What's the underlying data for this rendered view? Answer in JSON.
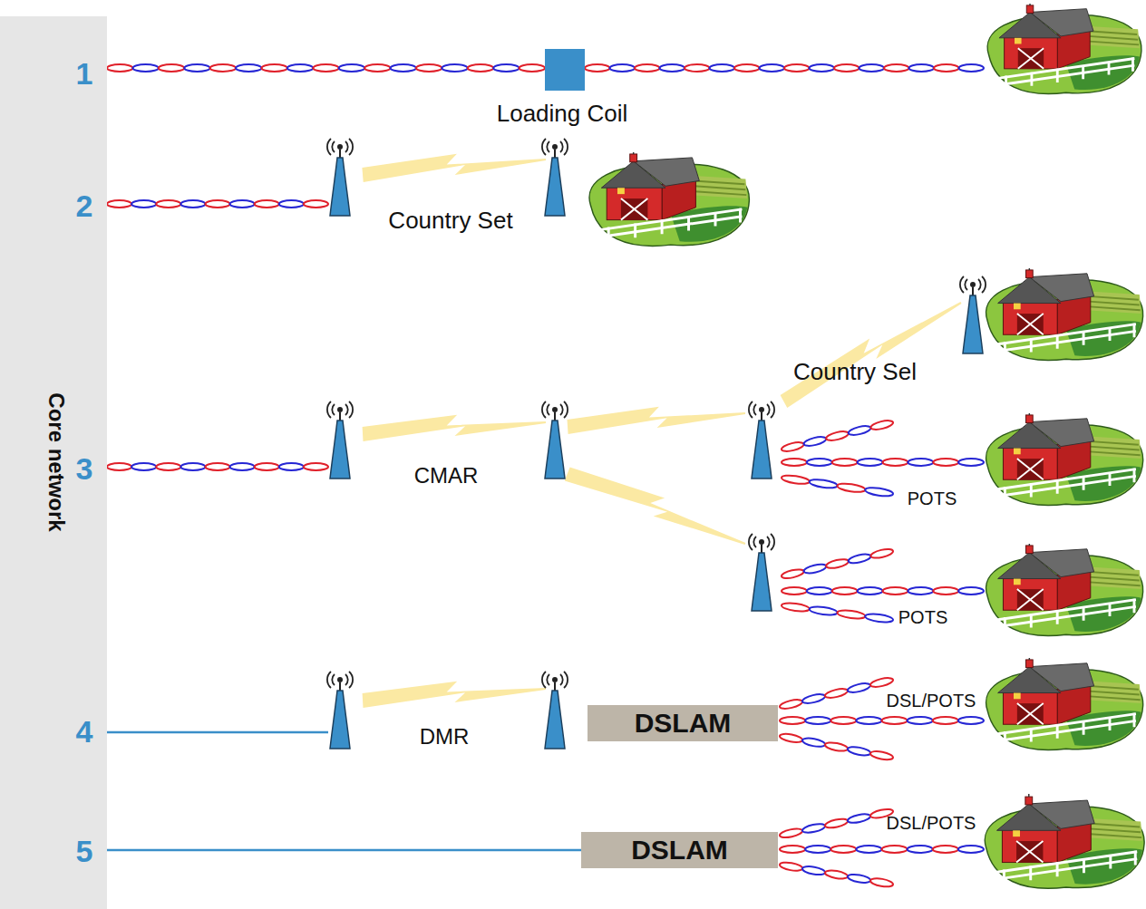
{
  "diagram": {
    "nodes": [
      {
        "text": [
          "Core network"
        ]
      },
      {
        "text": [
          "DSLAM"
        ]
      },
      {
        "text": [
          "DSLAM"
        ]
      }
    ],
    "edges": [
      {
        "from": 0,
        "to": 2,
        "arrow": "none"
      }
    ],
    "labels": [
      "1",
      "Loading Coil",
      "2",
      "Country Set",
      "Country Sel",
      "3",
      "CMAR",
      "POTS",
      "POTS",
      "DSL/POTS",
      "4",
      "DMR",
      "DSL/POTS",
      "5"
    ]
  }
}
